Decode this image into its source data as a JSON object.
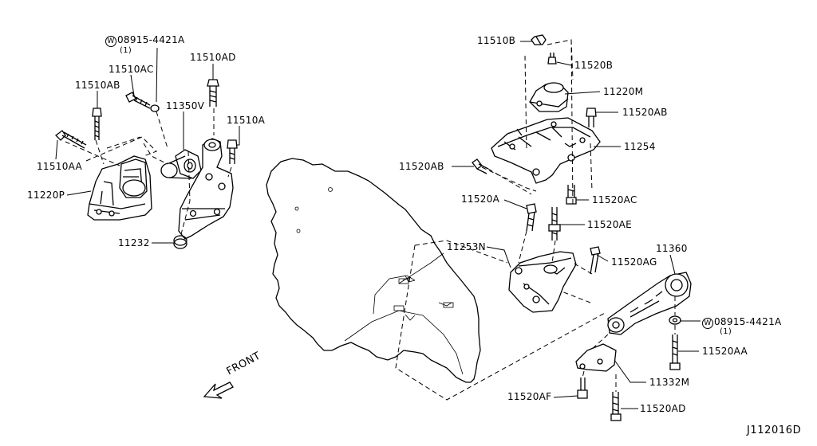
{
  "labels": {
    "washer_top": "08915-4421A",
    "washer_top_qty": "(1)",
    "p11510AC": "11510AC",
    "p11510AD": "11510AD",
    "p11510AB": "11510AB",
    "p11350V": "11350V",
    "p11510A": "11510A",
    "p11510AA": "11510AA",
    "p11220P": "11220P",
    "p11232": "11232",
    "p11510B": "11510B",
    "p11520B": "11520B",
    "p11220M": "11220M",
    "p11520AB_r": "11520AB",
    "p11254": "11254",
    "p11520AB_l": "11520AB",
    "p11520AC": "11520AC",
    "p11520A": "11520A",
    "p11520AE": "11520AE",
    "p11253N": "11253N",
    "p11520AG": "11520AG",
    "p11360": "11360",
    "washer_right": "08915-4421A",
    "washer_right_qty": "(1)",
    "p11520AA": "11520AA",
    "p11332M": "11332M",
    "p11520AF": "11520AF",
    "p11520AD": "11520AD",
    "front": "FRONT",
    "diagram_code": "J112016D",
    "washer_symbol": "W"
  },
  "icons": {
    "front_arrow": "front-direction-arrow",
    "washer": "washer-symbol-icon"
  }
}
